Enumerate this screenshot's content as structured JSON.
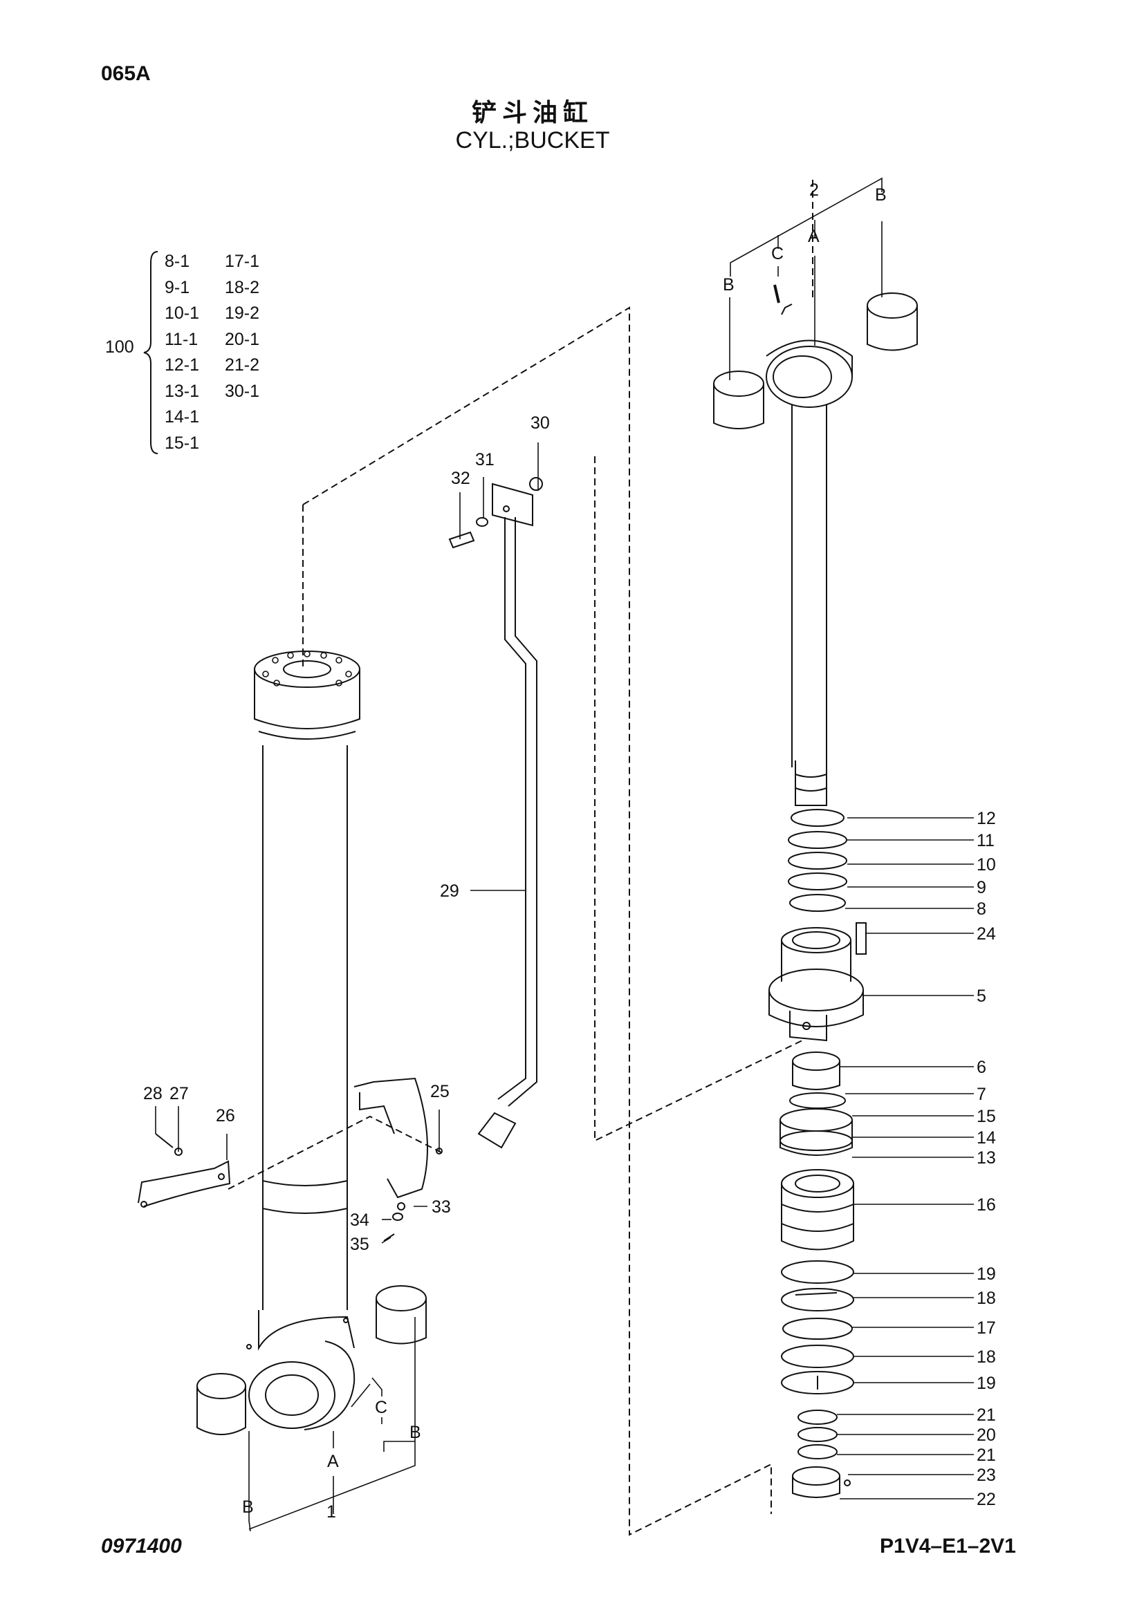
{
  "header": {
    "page_code": "065A",
    "title_chinese": "铲斗油缸",
    "title_english": "CYL.;BUCKET"
  },
  "kit": {
    "number": "100",
    "col1": [
      "8-1",
      "9-1",
      "10-1",
      "11-1",
      "12-1",
      "13-1",
      "14-1",
      "15-1"
    ],
    "col2": [
      "17-1",
      "18-2",
      "19-2",
      "20-1",
      "21-2",
      "30-1"
    ]
  },
  "callouts": {
    "c1": "1",
    "c2": "2",
    "c5": "5",
    "c6": "6",
    "c7": "7",
    "c8": "8",
    "c9": "9",
    "c10": "10",
    "c11": "11",
    "c12": "12",
    "c13": "13",
    "c14": "14",
    "c15": "15",
    "c16": "16",
    "c17": "17",
    "c18a": "18",
    "c18b": "18",
    "c19a": "19",
    "c19b": "19",
    "c20": "20",
    "c21a": "21",
    "c21b": "21",
    "c22": "22",
    "c23": "23",
    "c24": "24",
    "c25": "25",
    "c26": "26",
    "c27": "27",
    "c28": "28",
    "c29": "29",
    "c30": "30",
    "c31": "31",
    "c32": "32",
    "c33": "33",
    "c34": "34",
    "c35": "35",
    "refA": "A",
    "refB": "B",
    "refC": "C"
  },
  "footer": {
    "drawing_number": "0971400",
    "page_reference": "P1V4–E1–2V1"
  }
}
